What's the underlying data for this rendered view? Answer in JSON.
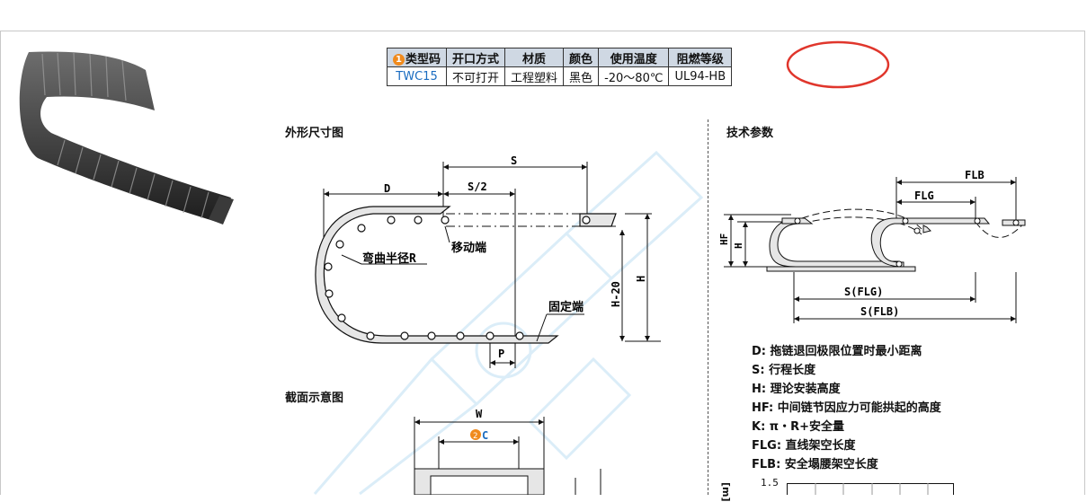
{
  "spec_table": {
    "headers": [
      "类型码",
      "开口方式",
      "材质",
      "颜色",
      "使用温度",
      "阻燃等级"
    ],
    "header_badges": [
      "1"
    ],
    "row": [
      "TWC15",
      "不可打开",
      "工程塑料",
      "黑色",
      "-20～80℃",
      "UL94-HB"
    ]
  },
  "colors": {
    "header_bg": "#cfd8e3",
    "badge": "#f08a1c",
    "code_text": "#1a6cc0",
    "highlight_ellipse": "#e0362c",
    "watermark": "#b8dcf2"
  },
  "dimension_drawing": {
    "title": "外形尺寸图",
    "labels": {
      "D": "D",
      "S": "S",
      "S_half": "S/2",
      "bend_radius": "弯曲半径R",
      "moving_end": "移动端",
      "fixed_end": "固定端",
      "H20": "H-20",
      "H": "H",
      "P": "P"
    }
  },
  "section_drawing": {
    "title": "截面示意图",
    "labels": {
      "W": "W",
      "C": "C",
      "C_badge": "2"
    }
  },
  "tech_params": {
    "title": "技术参数",
    "labels": {
      "FLB": "FLB",
      "FLG": "FLG",
      "HF": "HF",
      "H": "H",
      "S_FLG": "S(FLG)",
      "S_FLB": "S(FLB)"
    },
    "items": [
      "D: 拖链退回极限位置时最小距离",
      "S: 行程长度",
      "H: 理论安装高度",
      "HF: 中间链节因应力可能拱起的高度",
      "K: π・R+安全量",
      "FLG: 直线架空长度",
      "FLB: 安全塌腰架空长度"
    ],
    "chart": {
      "y_tick": "1.5",
      "y_unit": "[m]"
    }
  },
  "product_image": {
    "subject": "cable-drag-chain"
  }
}
